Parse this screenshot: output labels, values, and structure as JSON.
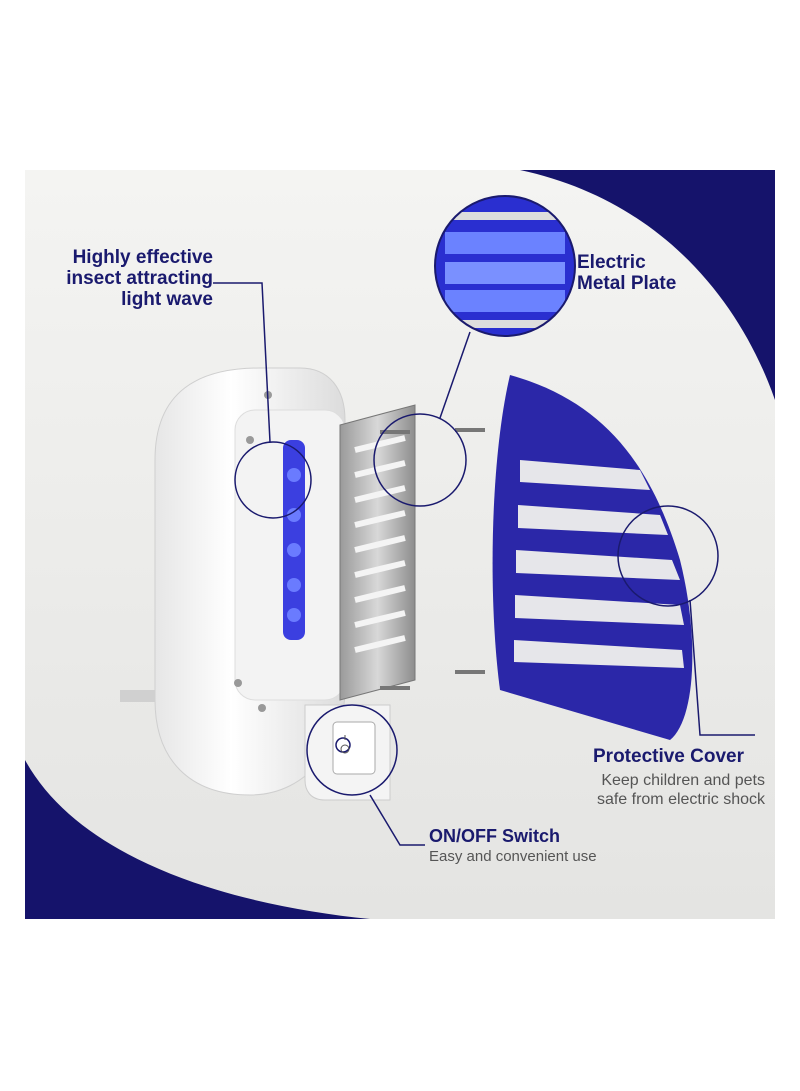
{
  "colors": {
    "navy": "#15136b",
    "cover_blue": "#2b27a8",
    "background": "#efefed",
    "uv_light": "#4a55ff"
  },
  "labels": {
    "light": [
      "Highly effective",
      "insect attracting",
      "light wave"
    ],
    "plate": [
      "Electric",
      "Metal Plate"
    ],
    "cover": {
      "title": "Protective Cover",
      "desc": [
        "Keep children and pets",
        "safe from electric shock"
      ]
    },
    "switch": {
      "title": "ON/OFF Switch",
      "desc": "Easy and convenient use"
    }
  }
}
